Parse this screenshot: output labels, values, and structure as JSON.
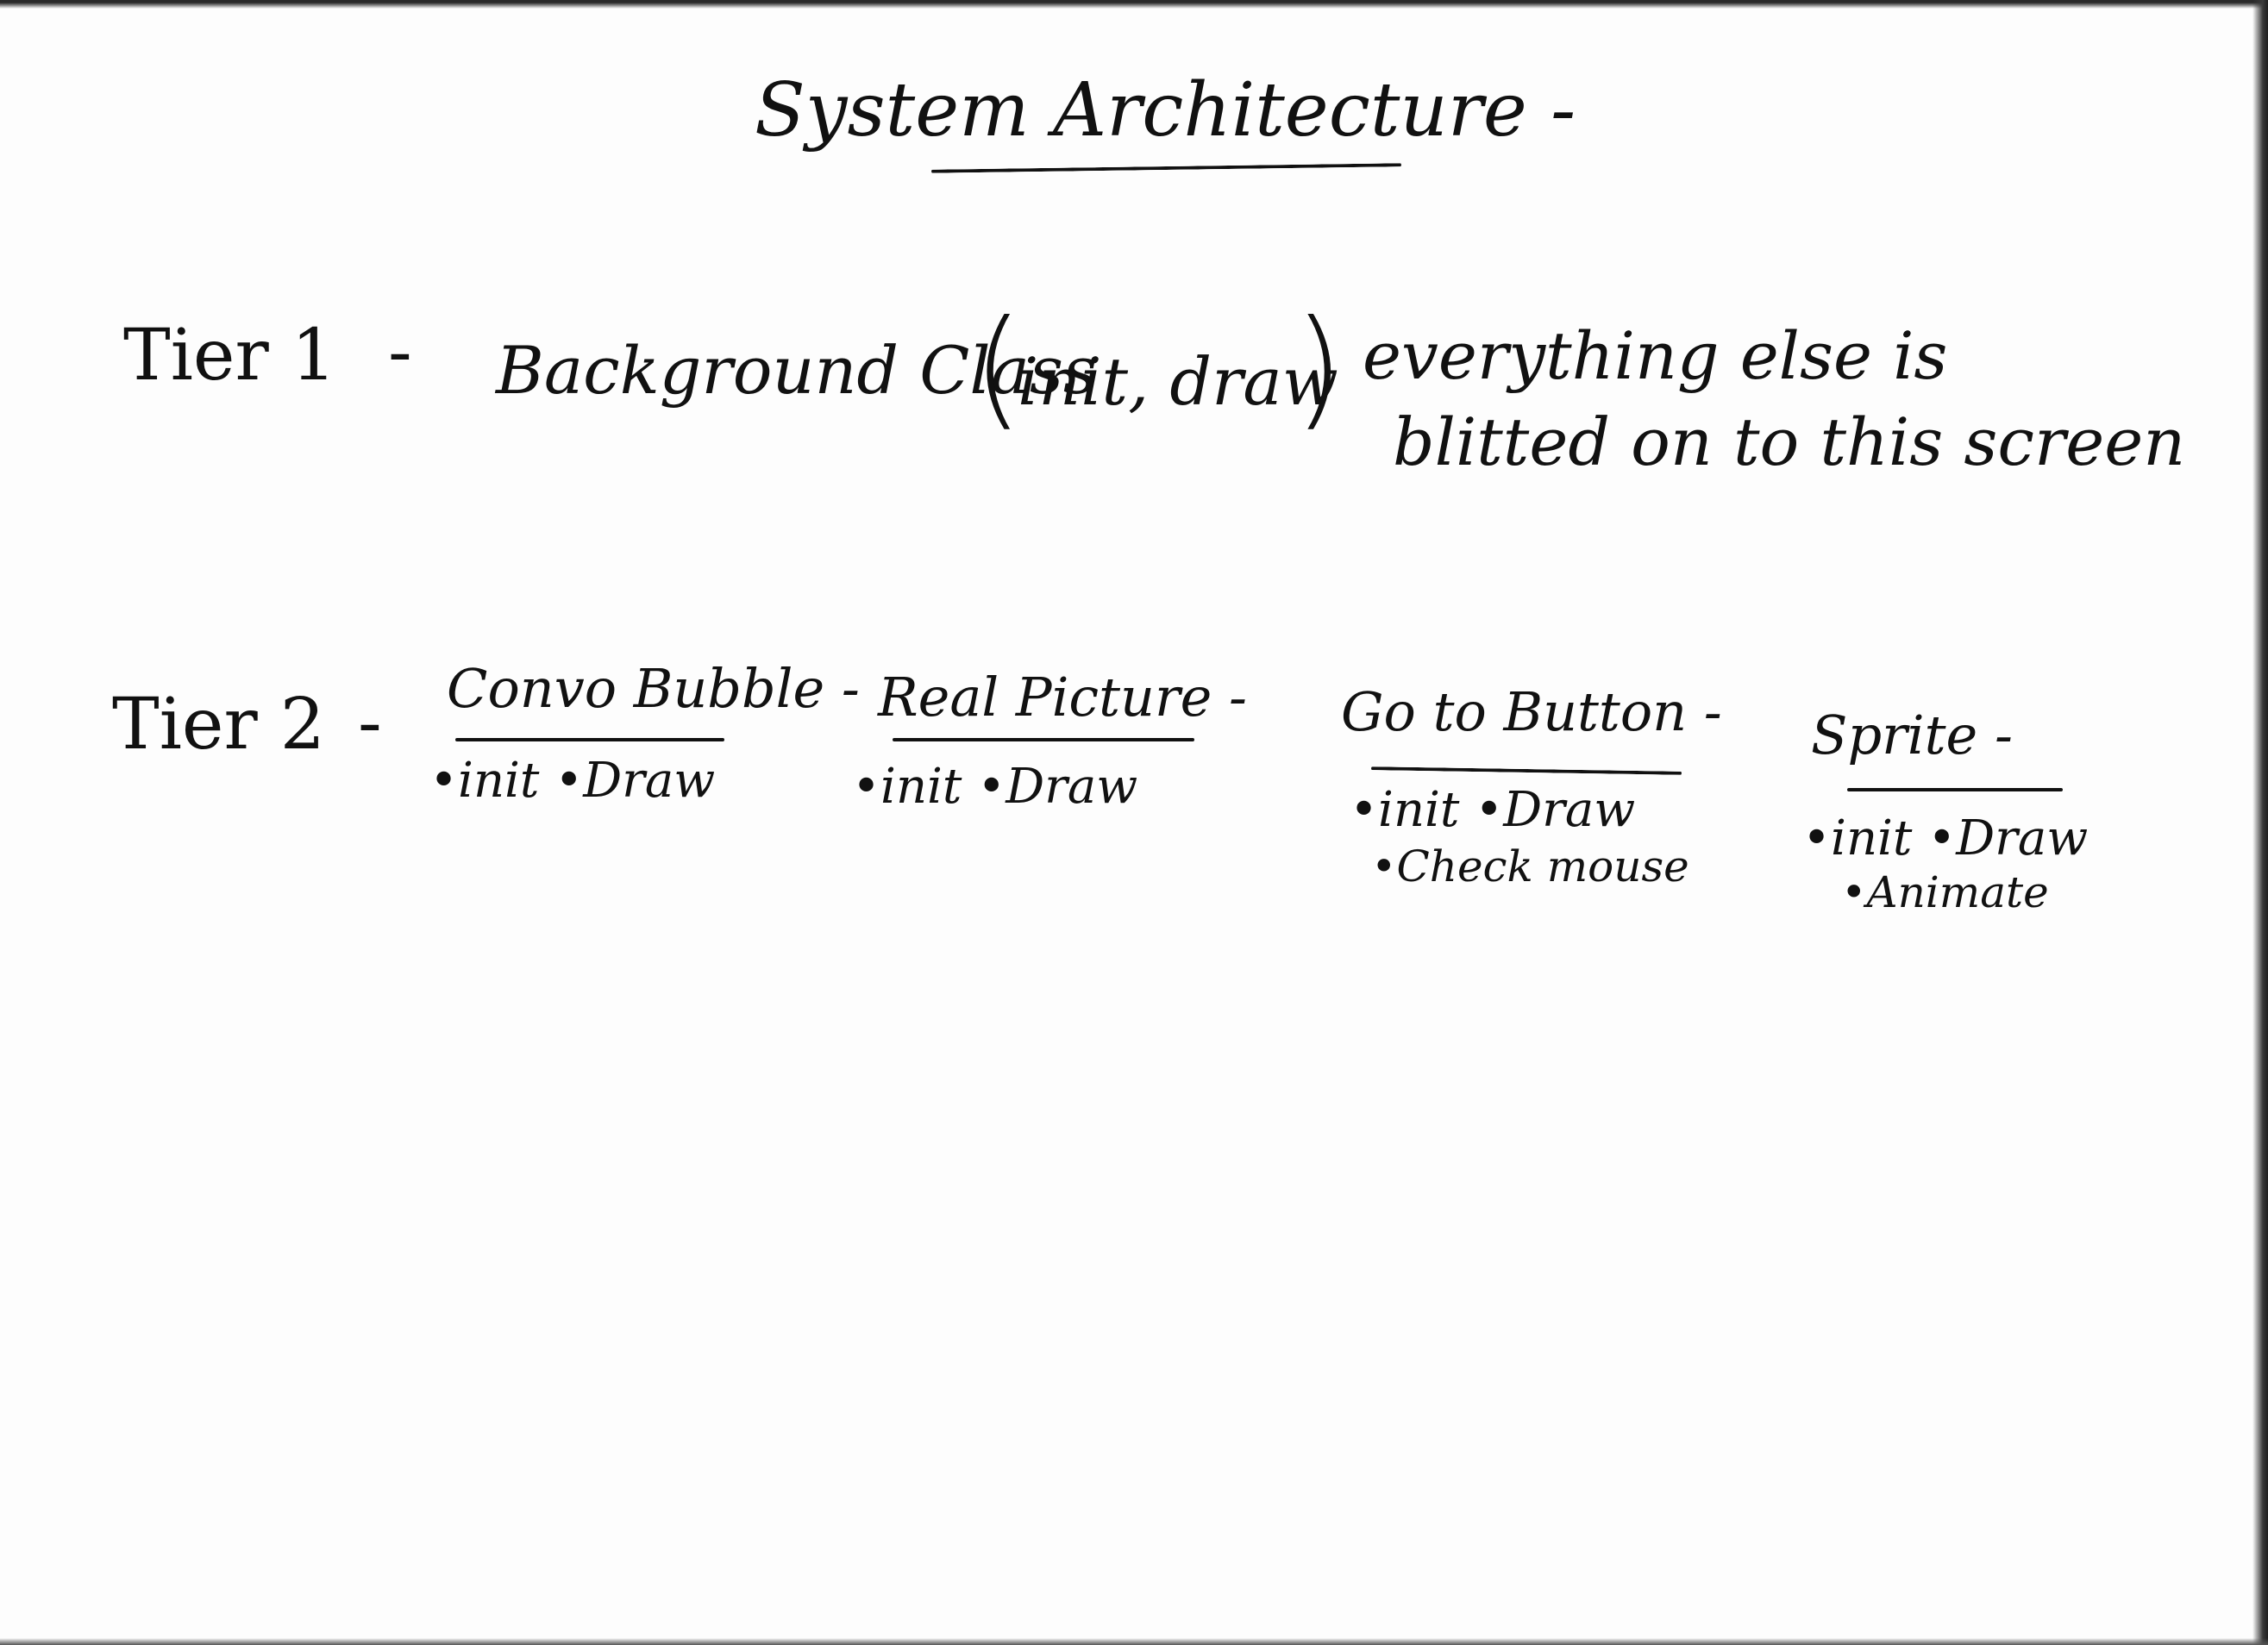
{
  "title": "System Architecture -",
  "tier1": {
    "label": "Tier 1",
    "separator": "-",
    "class_name": "Background Class",
    "methods": "init, draw",
    "note_line1": "everything else is",
    "note_line2": "blitted on to this screen"
  },
  "tier2": {
    "label": "Tier 2",
    "separator": "-",
    "components": [
      {
        "name": "Convo Bubble -",
        "methods_line1": "•init  •Draw",
        "methods_line2": ""
      },
      {
        "name": "Real Picture -",
        "methods_line1": "•init  •Draw",
        "methods_line2": ""
      },
      {
        "name": "Go to Button -",
        "methods_line1": "•init  •Draw",
        "methods_line2": "•Check mouse"
      },
      {
        "name": "Sprite -",
        "methods_line1": "•init  •Draw",
        "methods_line2": "•Animate"
      }
    ]
  }
}
